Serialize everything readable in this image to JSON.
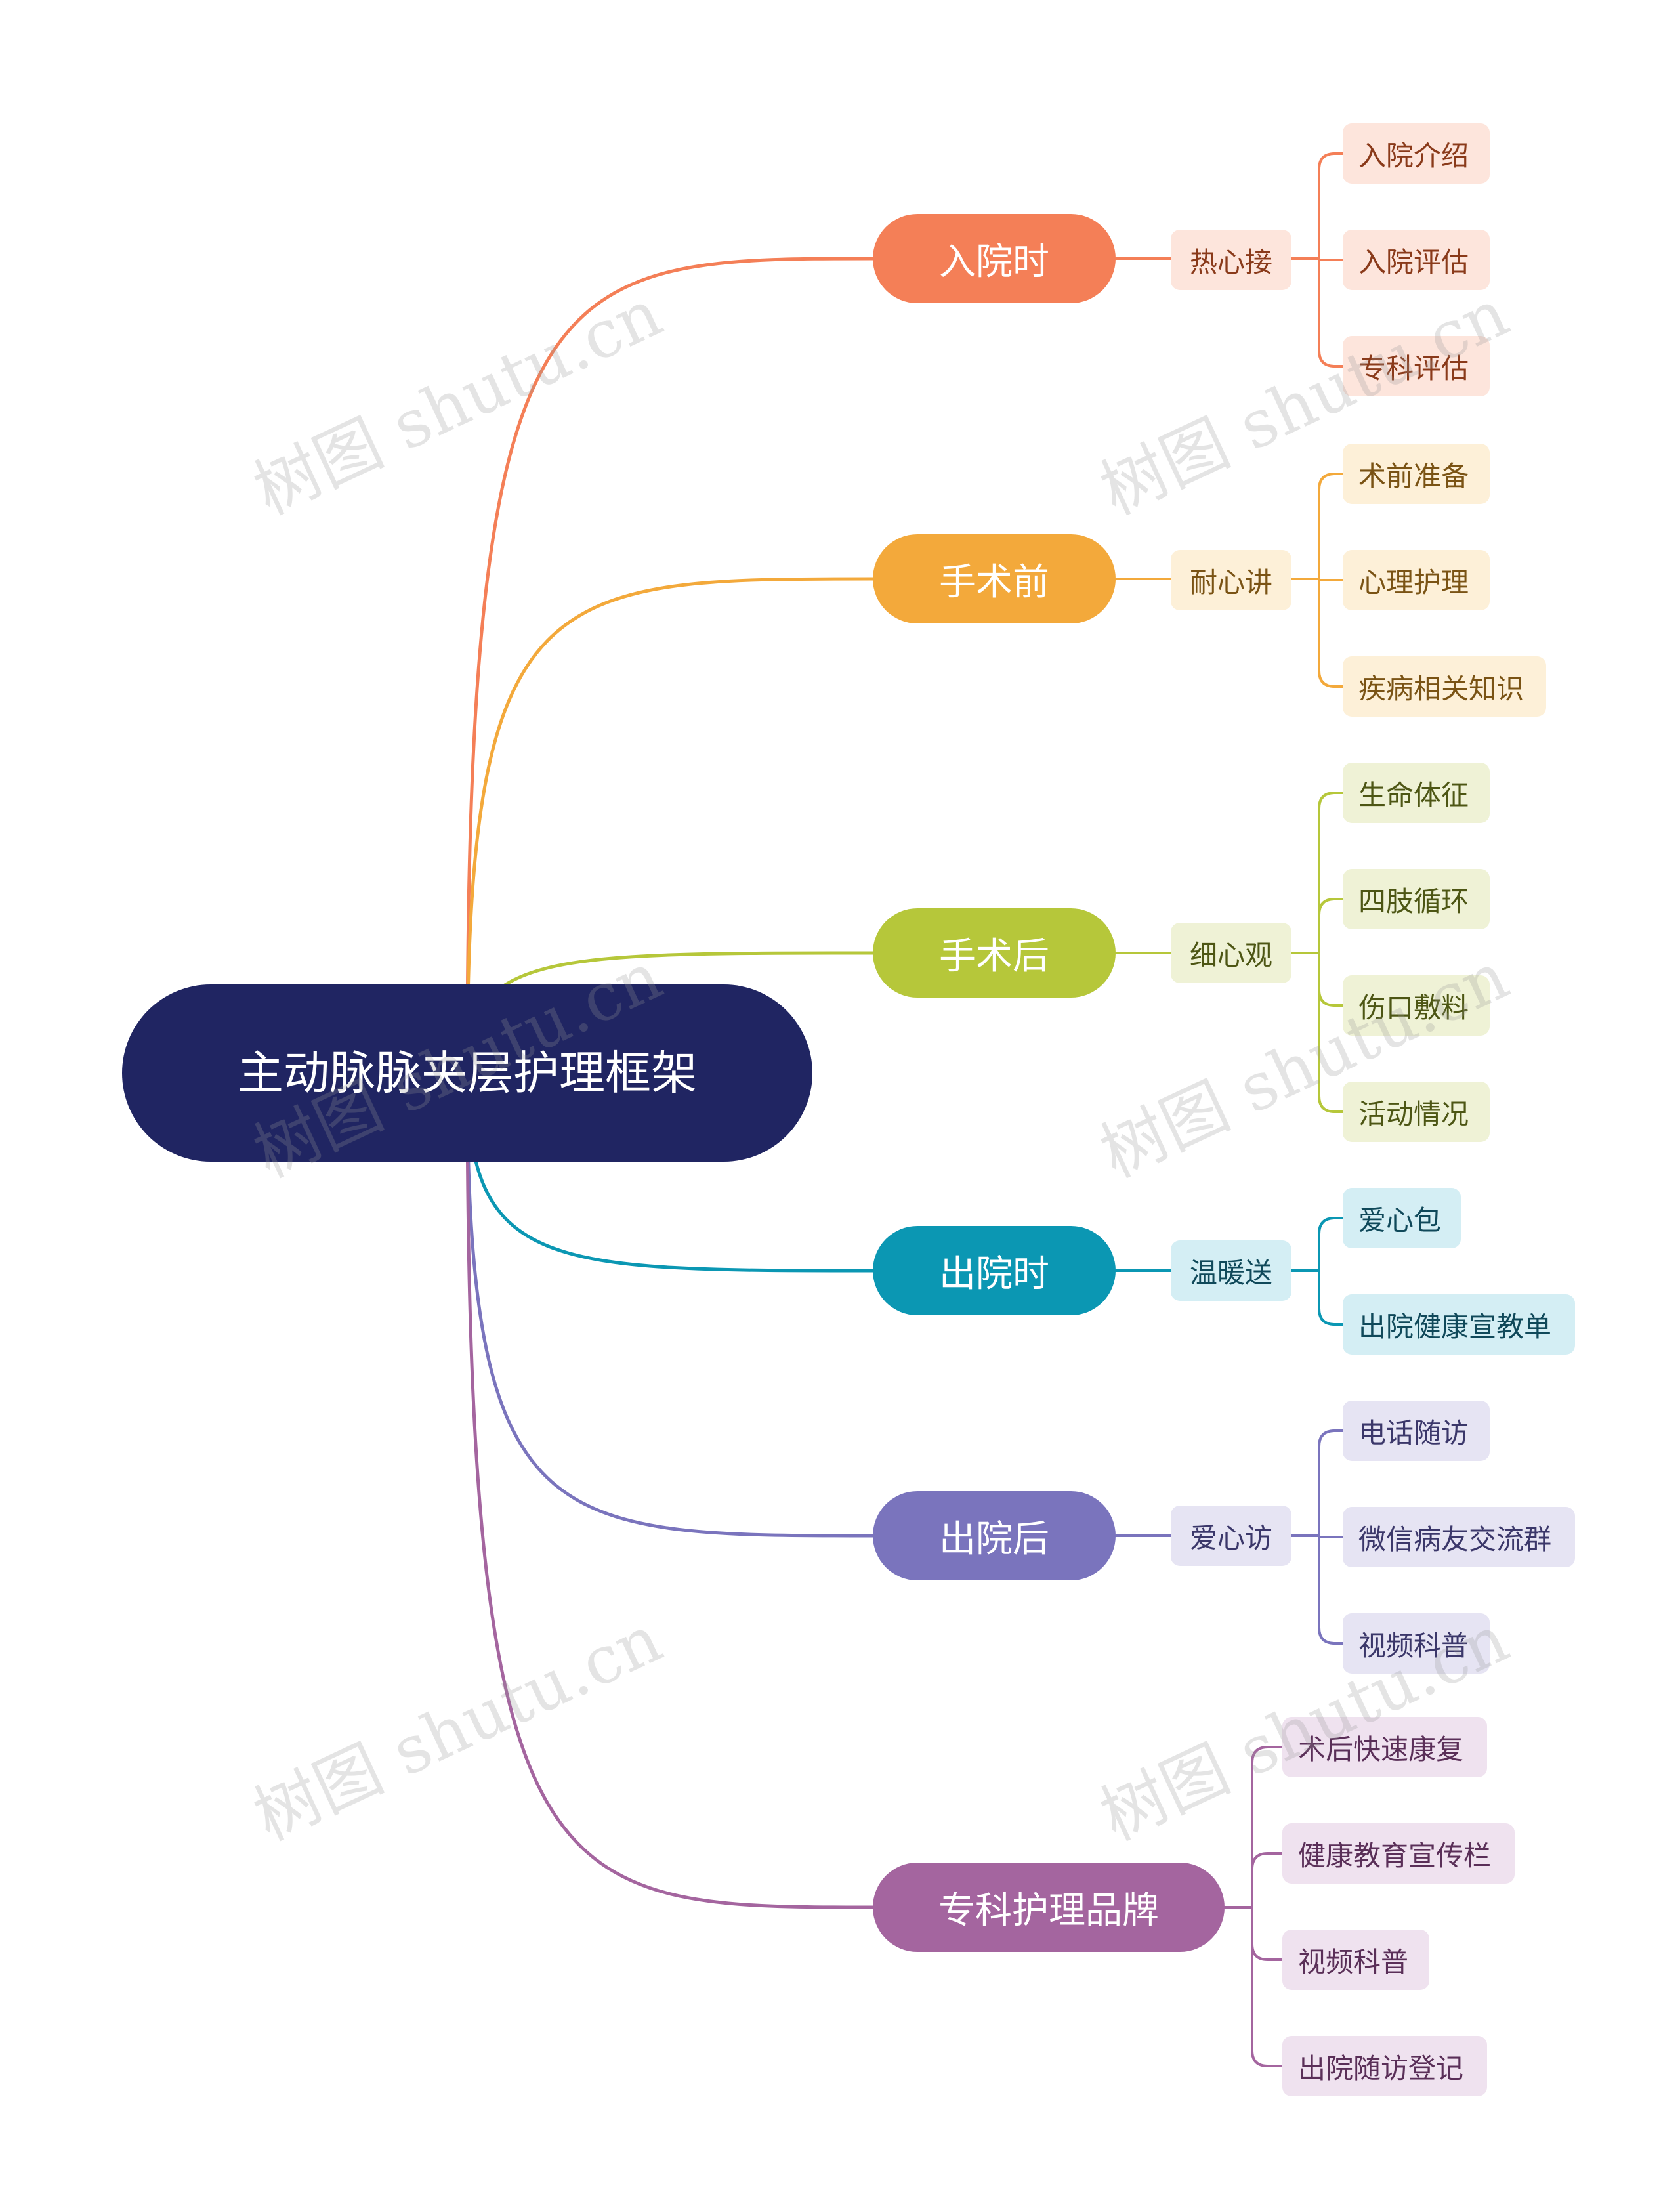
{
  "root": {
    "title": "主动脉脉夹层护理框架",
    "color": "#202562"
  },
  "branches": [
    {
      "label": "入院时",
      "color": "#f47f57",
      "mid": "热心接",
      "midBg": "#fde5dc",
      "midText": "#8a3a1a",
      "leafBg": "#fde5dc",
      "leafText": "#8a3a1a",
      "leaves": [
        "入院介绍",
        "入院评估",
        "专科评估"
      ]
    },
    {
      "label": "手术前",
      "color": "#f3a93b",
      "mid": "耐心讲",
      "midBg": "#fdf0d8",
      "midText": "#7a5314",
      "leafBg": "#fdf0d8",
      "leafText": "#7a5314",
      "leaves": [
        "术前准备",
        "心理护理",
        "疾病相关知识"
      ]
    },
    {
      "label": "手术后",
      "color": "#b6c73a",
      "mid": "细心观",
      "midBg": "#eff2d6",
      "midText": "#4d5614",
      "leafBg": "#eff2d6",
      "leafText": "#4d5614",
      "leaves": [
        "生命体征",
        "四肢循环",
        "伤口敷料",
        "活动情况"
      ]
    },
    {
      "label": "出院时",
      "color": "#0b97b3",
      "mid": "温暖送",
      "midBg": "#d4eef4",
      "midText": "#10495a",
      "leafBg": "#d4eef4",
      "leafText": "#10495a",
      "leaves": [
        "爱心包",
        "出院健康宣教单"
      ]
    },
    {
      "label": "出院后",
      "color": "#7a74bd",
      "mid": "爱心访",
      "midBg": "#e6e4f3",
      "midText": "#3b376a",
      "leafBg": "#e6e4f3",
      "leafText": "#3b376a",
      "leaves": [
        "电话随访",
        "微信病友交流群",
        "视频科普"
      ]
    },
    {
      "label": "专科护理品牌",
      "color": "#a4659f",
      "mid": "",
      "midBg": "",
      "midText": "",
      "leafBg": "#efe2ef",
      "leafText": "#5a2f58",
      "leaves": [
        "术后快速康复",
        "健康教育宣传栏",
        "视频科普",
        "出院随访登记"
      ]
    }
  ],
  "watermark": "树图 shutu.cn"
}
